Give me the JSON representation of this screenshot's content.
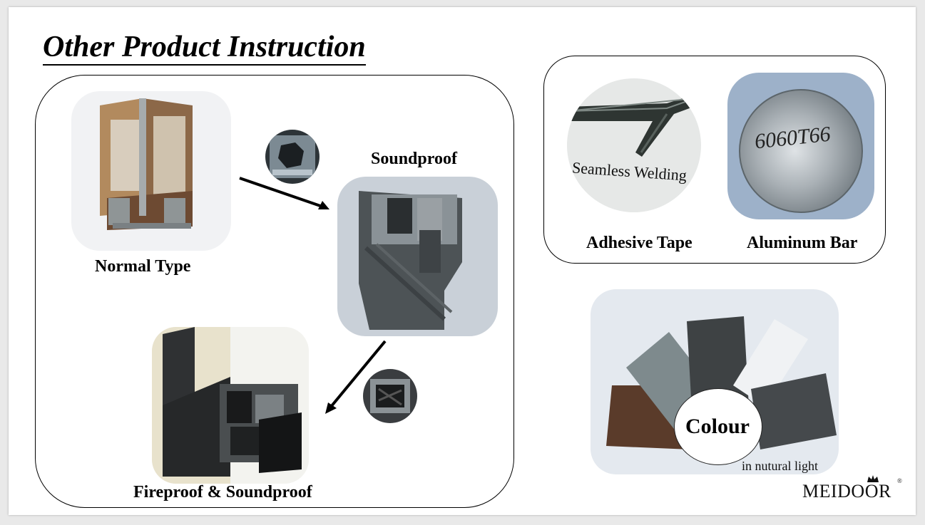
{
  "slide": {
    "title": "Other Product Instruction",
    "left_panel": {
      "normal_type_label": "Normal Type",
      "soundproof_label": "Soundproof",
      "fireproof_label": "Fireproof & Soundproof"
    },
    "right_panel": {
      "adhesive_tape_label": "Adhesive Tape",
      "aluminum_bar_label": "Aluminum Bar",
      "seamless_welding_caption": "Seamless Welding",
      "bar_marking": "6060T66"
    },
    "colour_panel": {
      "colour_label": "Colour",
      "natural_light_caption": "in nutural light"
    },
    "brand": {
      "logo_text": "MEIDOOR",
      "registered_mark": "®"
    }
  }
}
